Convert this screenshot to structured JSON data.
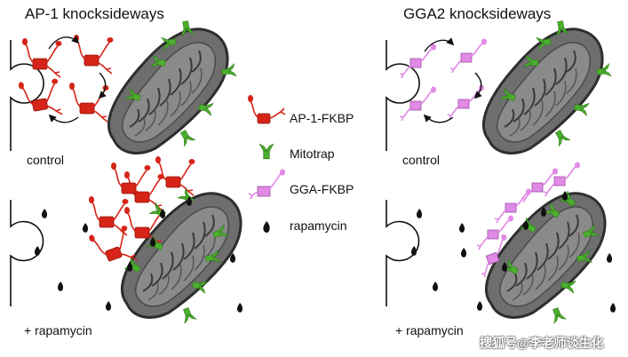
{
  "titles": {
    "ap1": "AP-1 knocksideways",
    "gga2": "GGA2 knocksideways"
  },
  "conditions": {
    "control": "control",
    "rapamycin": "+ rapamycin"
  },
  "legend": {
    "ap1_fkbp": "AP-1-FKBP",
    "mitotrap": "Mitotrap",
    "gga_fkbp": "GGA-FKBP",
    "rapamycin": "rapamycin"
  },
  "watermark": "搜狐号@李老师谈生化",
  "colors": {
    "ap1": "#d62418",
    "gga": "#e08ae6",
    "mitotrap": "#4caf2e",
    "rapamycin": "#111111",
    "mito_fill": "#6b6b6b",
    "mito_dark": "#2e2e2e"
  }
}
